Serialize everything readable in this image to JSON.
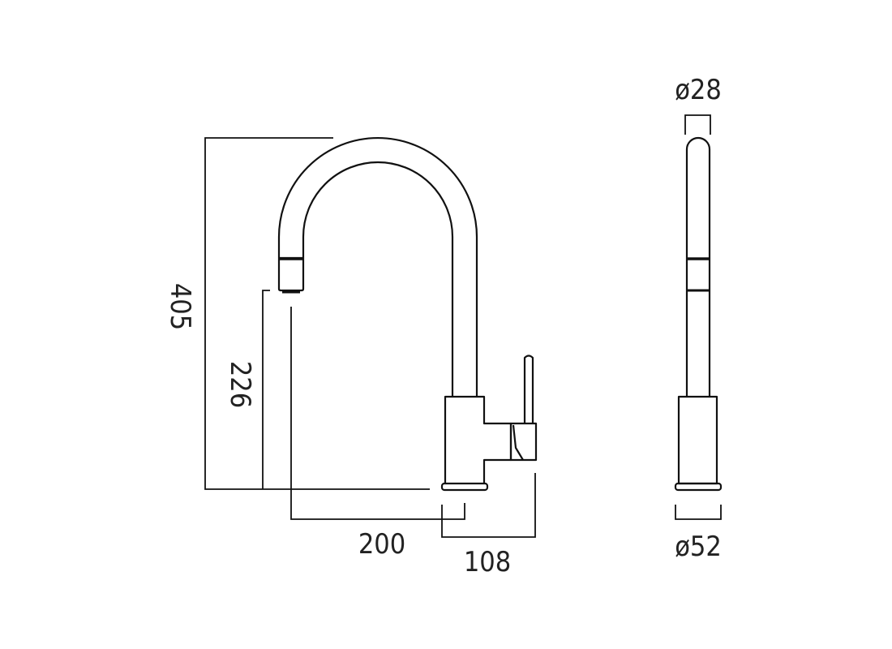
{
  "front_view": {
    "dimensions": {
      "overall_height": "405",
      "spout_outlet_height": "226",
      "spout_reach": "200",
      "handle_offset": "108"
    }
  },
  "side_view": {
    "dimensions": {
      "spout_diameter": "ø28",
      "base_diameter": "ø52"
    }
  },
  "colors": {
    "line": "#111111",
    "background": "#ffffff"
  }
}
